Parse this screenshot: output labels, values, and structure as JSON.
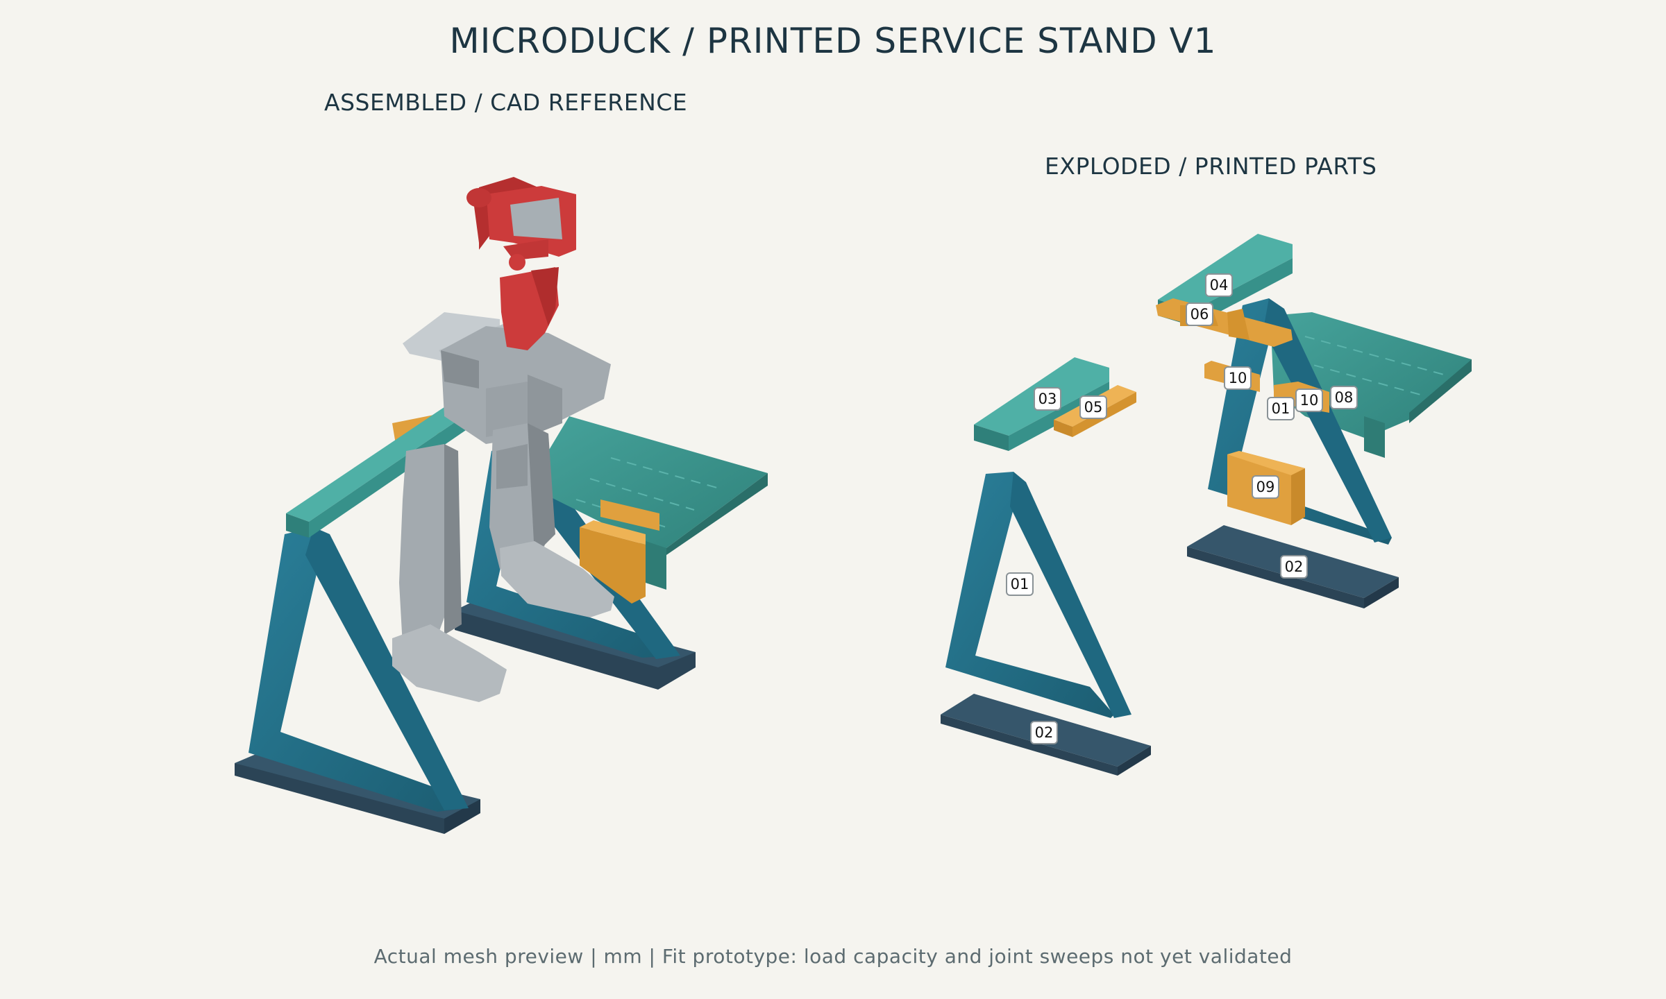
{
  "title": "MICRODUCK  /  PRINTED SERVICE STAND V1",
  "panels": {
    "assembled": "ASSEMBLED / CAD REFERENCE",
    "exploded": "EXPLODED / PRINTED PARTS"
  },
  "labels": {
    "l04": "04",
    "l06": "06",
    "l03": "03",
    "l05": "05",
    "l10a": "10",
    "l01b": "01",
    "l10b": "10",
    "l08": "08",
    "l09": "09",
    "l01a": "01",
    "l02b": "02",
    "l02a": "02"
  },
  "footer": "Actual mesh preview  |  mm  |  Fit prototype: load capacity and joint sweeps not yet validated",
  "colors": {
    "background": "#f5f4ef",
    "frame_blue": "#236e86",
    "base_dark": "#2b4456",
    "teal": "#3e9790",
    "orange": "#e0a03e",
    "robot_grey": "#a3aaaf",
    "robot_red": "#cc3b3b"
  }
}
